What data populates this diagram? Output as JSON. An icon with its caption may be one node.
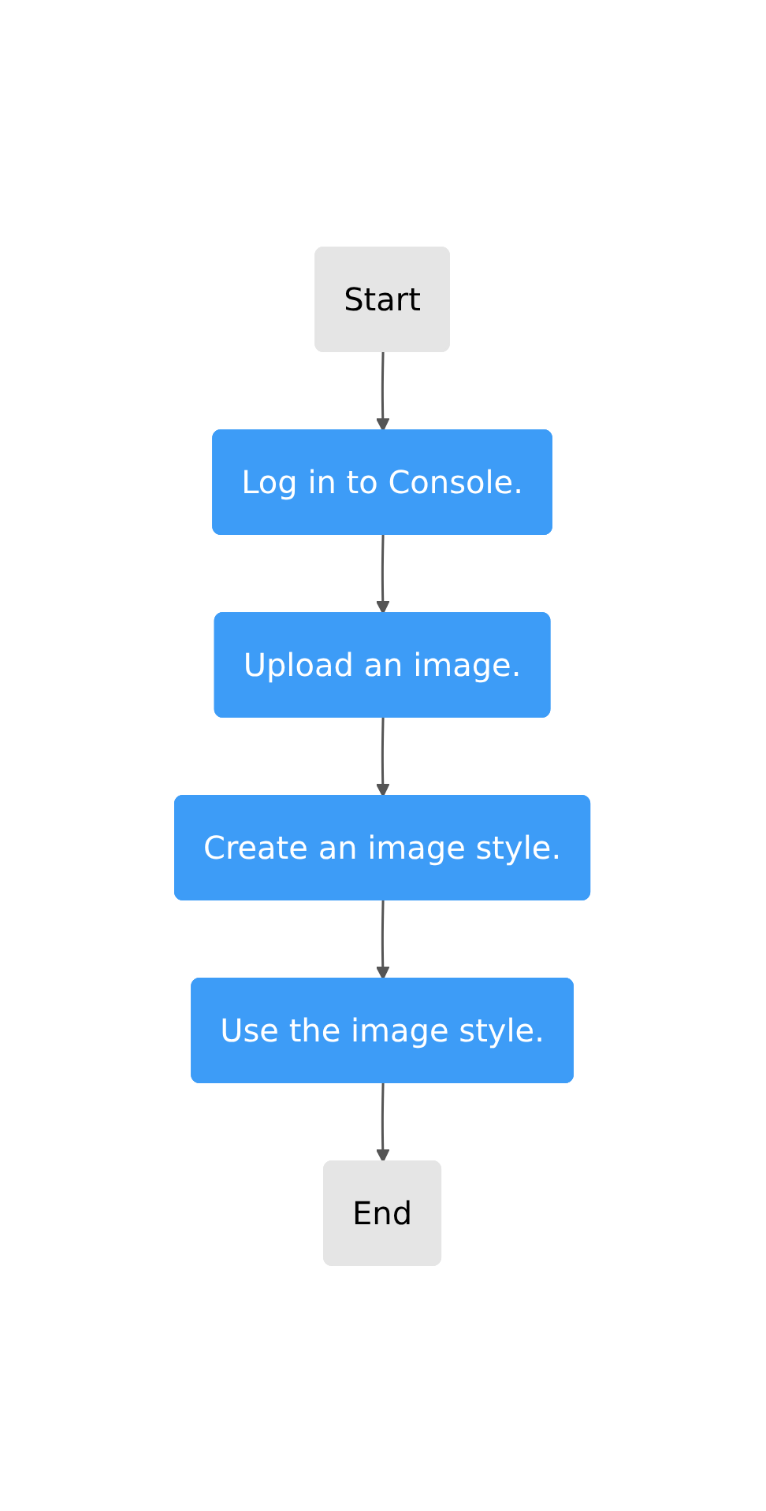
{
  "diagram": {
    "nodes": [
      {
        "text": [
          "Start"
        ]
      },
      {
        "text": [
          "Log in to Console."
        ]
      },
      {
        "text": [
          "Upload an image."
        ]
      },
      {
        "text": [
          "Create an image style."
        ]
      },
      {
        "text": [
          "Use the image style."
        ]
      },
      {
        "text": [
          "End"
        ]
      }
    ],
    "edges": [
      {
        "from": 0,
        "to": 1,
        "arrow": "to"
      },
      {
        "from": 1,
        "to": 2,
        "arrow": "to"
      },
      {
        "from": 2,
        "to": 3,
        "arrow": "to"
      },
      {
        "from": 3,
        "to": 4,
        "arrow": "to"
      },
      {
        "from": 4,
        "to": 5,
        "arrow": "to"
      }
    ]
  }
}
